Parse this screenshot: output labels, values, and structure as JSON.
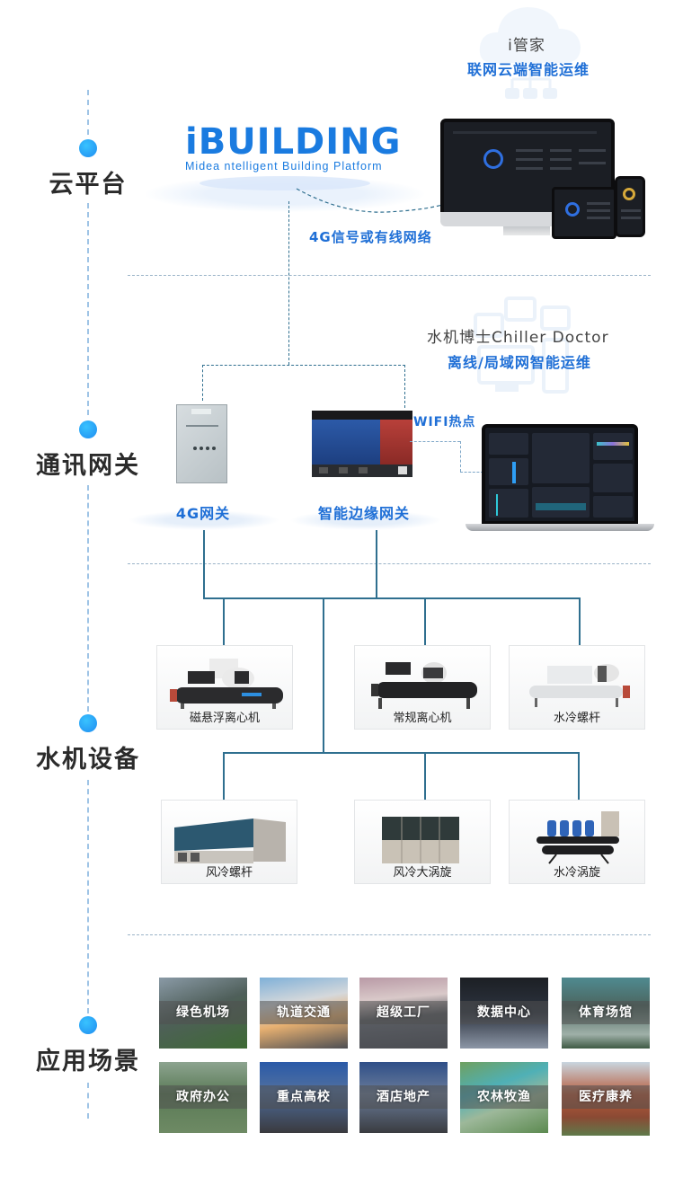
{
  "layers": [
    {
      "id": "cloud",
      "title": "云平台"
    },
    {
      "id": "gateway",
      "title": "通讯网关"
    },
    {
      "id": "chiller",
      "title": "水机设备"
    },
    {
      "id": "scenario",
      "title": "应用场景"
    }
  ],
  "cloud_platform": {
    "butler_title": "i管家",
    "butler_subtitle": "联网云端智能运维",
    "logo_text": "iBUILDING",
    "logo_tagline": "Midea  ntelligent  Building  Platform",
    "link_label": "4G信号或有线网络"
  },
  "chiller_doctor": {
    "title": "水机博士Chiller  Doctor",
    "subtitle": "离线/局域网智能运维",
    "wifi_label": "WIFI热点"
  },
  "gateways": [
    {
      "name": "4G网关"
    },
    {
      "name": "智能边缘网关"
    }
  ],
  "chillers": [
    {
      "name": "磁悬浮离心机"
    },
    {
      "name": "常规离心机"
    },
    {
      "name": "水冷螺杆"
    },
    {
      "name": "风冷螺杆"
    },
    {
      "name": "风冷大涡旋"
    },
    {
      "name": "水冷涡旋"
    }
  ],
  "scenarios": [
    {
      "name": "绿色机场"
    },
    {
      "name": "轨道交通"
    },
    {
      "name": "超级工厂"
    },
    {
      "name": "数据中心"
    },
    {
      "name": "体育场馆"
    },
    {
      "name": "政府办公"
    },
    {
      "name": "重点高校"
    },
    {
      "name": "酒店地产"
    },
    {
      "name": "农林牧渔"
    },
    {
      "name": "医疗康养"
    }
  ],
  "colors": {
    "accent_blue": "#1f6fd6",
    "dot_blue": "#2aa6f5",
    "connector": "#2f6f8f",
    "title_dark": "#2b2b2b"
  }
}
